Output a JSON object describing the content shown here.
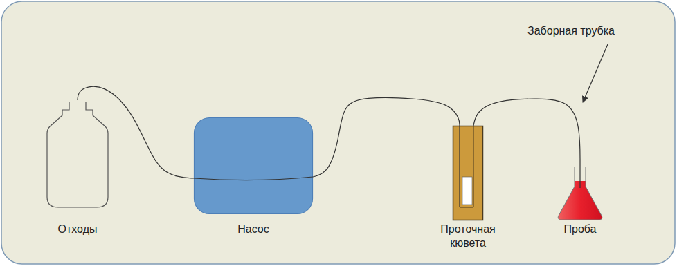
{
  "diagram": {
    "nodes": [
      {
        "text": [
          "Отходы"
        ]
      },
      {
        "text": [
          "Насос"
        ]
      },
      {
        "text": [
          "Проточная кювета"
        ]
      },
      {
        "text": [
          "Проба"
        ]
      }
    ],
    "edges": [
      {
        "from": 0,
        "to": 1,
        "arrow": "none"
      },
      {
        "from": 1,
        "to": 2,
        "arrow": "none"
      },
      {
        "from": 2,
        "to": 3,
        "arrow": "none"
      }
    ],
    "labels": [
      "Заборная трубка"
    ]
  }
}
